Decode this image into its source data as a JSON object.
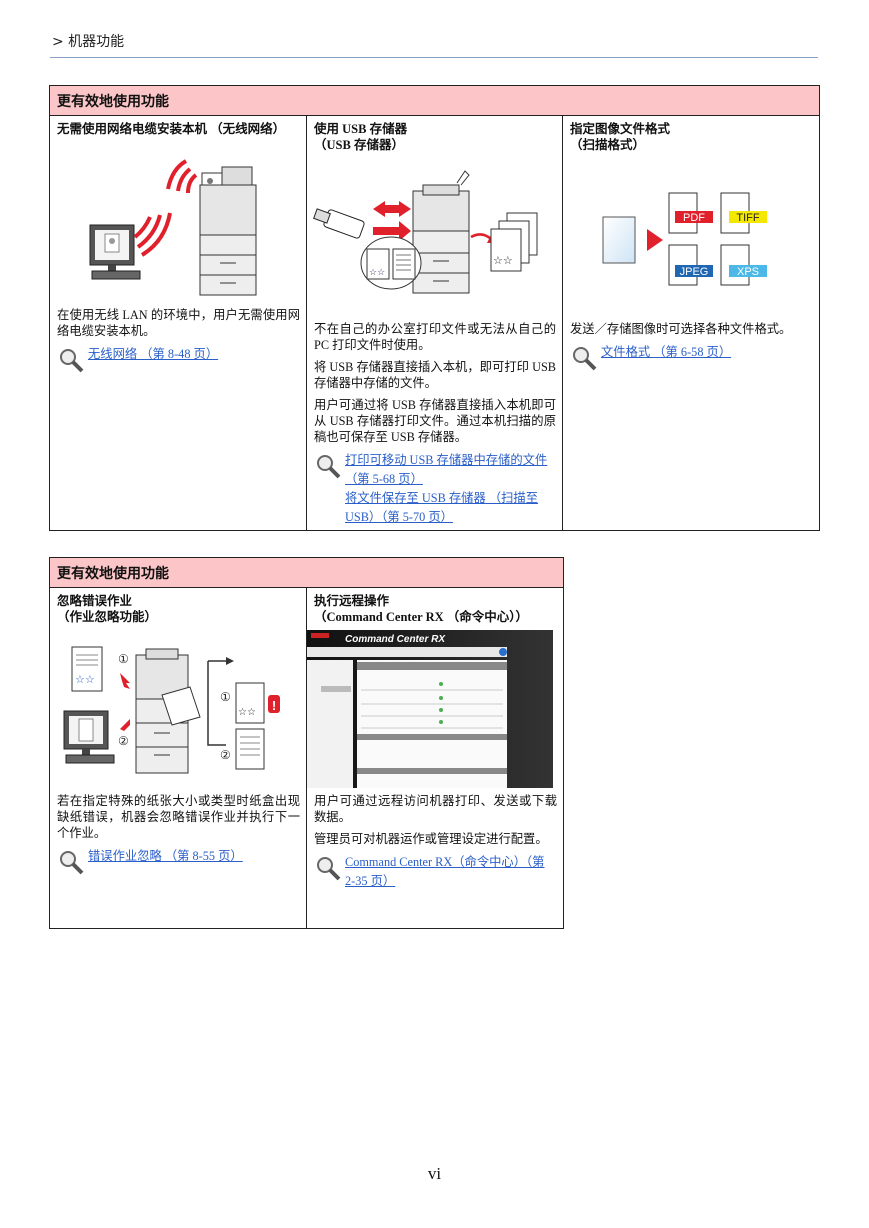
{
  "breadcrumb": "> 机器功能",
  "table1": {
    "header": "更有效地使用功能",
    "cells": [
      {
        "title_lines": [
          "无需使用网络电缆安装本机 （无线网络）"
        ],
        "paragraphs": [
          "在使用无线 LAN 的环境中，用户无需使用网络电缆安装本机。"
        ],
        "links": [
          "无线网络 （第 8-48 页）"
        ]
      },
      {
        "title_lines": [
          "使用 USB 存储器",
          "（USB 存储器）"
        ],
        "paragraphs": [
          "不在自己的办公室打印文件或无法从自己的 PC 打印文件时使用。",
          "将 USB 存储器直接插入本机，即可打印 USB 存储器中存储的文件。",
          "用户可通过将 USB 存储器直接插入本机即可从 USB 存储器打印文件。通过本机扫描的原稿也可保存至 USB 存储器。"
        ],
        "links": [
          "打印可移动 USB 存储器中存储的文件 （第 5-68 页）",
          "将文件保存至 USB 存储器 （扫描至 USB）（第 5-70 页）"
        ]
      },
      {
        "title_lines": [
          "指定图像文件格式",
          "（扫描格式）"
        ],
        "paragraphs": [
          "发送／存储图像时可选择各种文件格式。"
        ],
        "links": [
          "文件格式 （第 6-58 页）"
        ],
        "formats": [
          "PDF",
          "TIFF",
          "JPEG",
          "XPS"
        ]
      }
    ]
  },
  "table2": {
    "header": "更有效地使用功能",
    "cells": [
      {
        "title_lines": [
          "忽略错误作业",
          "（作业忽略功能）"
        ],
        "paragraphs": [
          "若在指定特殊的纸张大小或类型时纸盒出现缺纸错误，机器会忽略错误作业并执行下一个作业。"
        ],
        "links": [
          "错误作业忽略 （第 8-55 页）"
        ],
        "markers": [
          "①",
          "②",
          "①",
          "②"
        ]
      },
      {
        "title_lines": [
          "执行远程操作",
          "（Command Center RX （命令中心））"
        ],
        "paragraphs": [
          "用户可通过远程访问机器打印、发送或下载数据。",
          "管理员可对机器运作或管理设定进行配置。"
        ],
        "links": [
          "Command Center RX（命令中心）（第 2-35 页）"
        ],
        "screen_title": "Command Center RX"
      }
    ]
  },
  "page_number": "vi",
  "colors": {
    "header_bg": "#fcc6c8",
    "link": "#2a5fc9",
    "rule": "#8aa2c8"
  }
}
